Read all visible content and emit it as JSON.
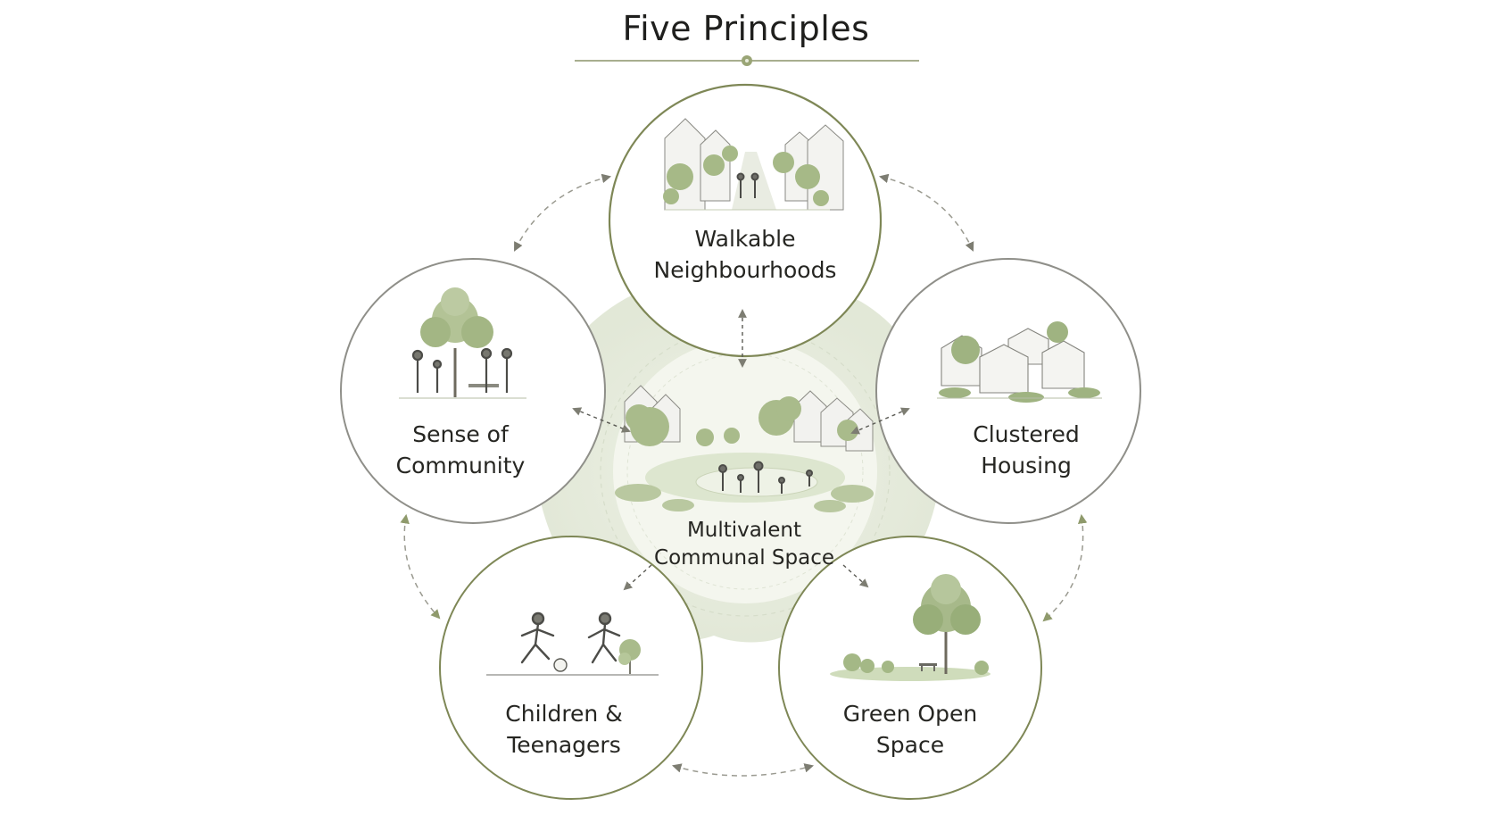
{
  "title": "Five Principles",
  "center": {
    "line1": "Multivalent",
    "line2": "Communal Space"
  },
  "principles": [
    {
      "line1": "Walkable",
      "line2": "Neighbourhoods"
    },
    {
      "line1": "Sense of",
      "line2": "Community"
    },
    {
      "line1": "Clustered",
      "line2": "Housing"
    },
    {
      "line1": "Children &",
      "line2": "Teenagers"
    },
    {
      "line1": "Green Open",
      "line2": "Space"
    }
  ],
  "colors": {
    "olive": "#7b8755",
    "gray": "#8e8e88",
    "wash": "#dfe6d2",
    "foliage": "#a7b98a",
    "foliage_dark": "#7f9a63"
  }
}
